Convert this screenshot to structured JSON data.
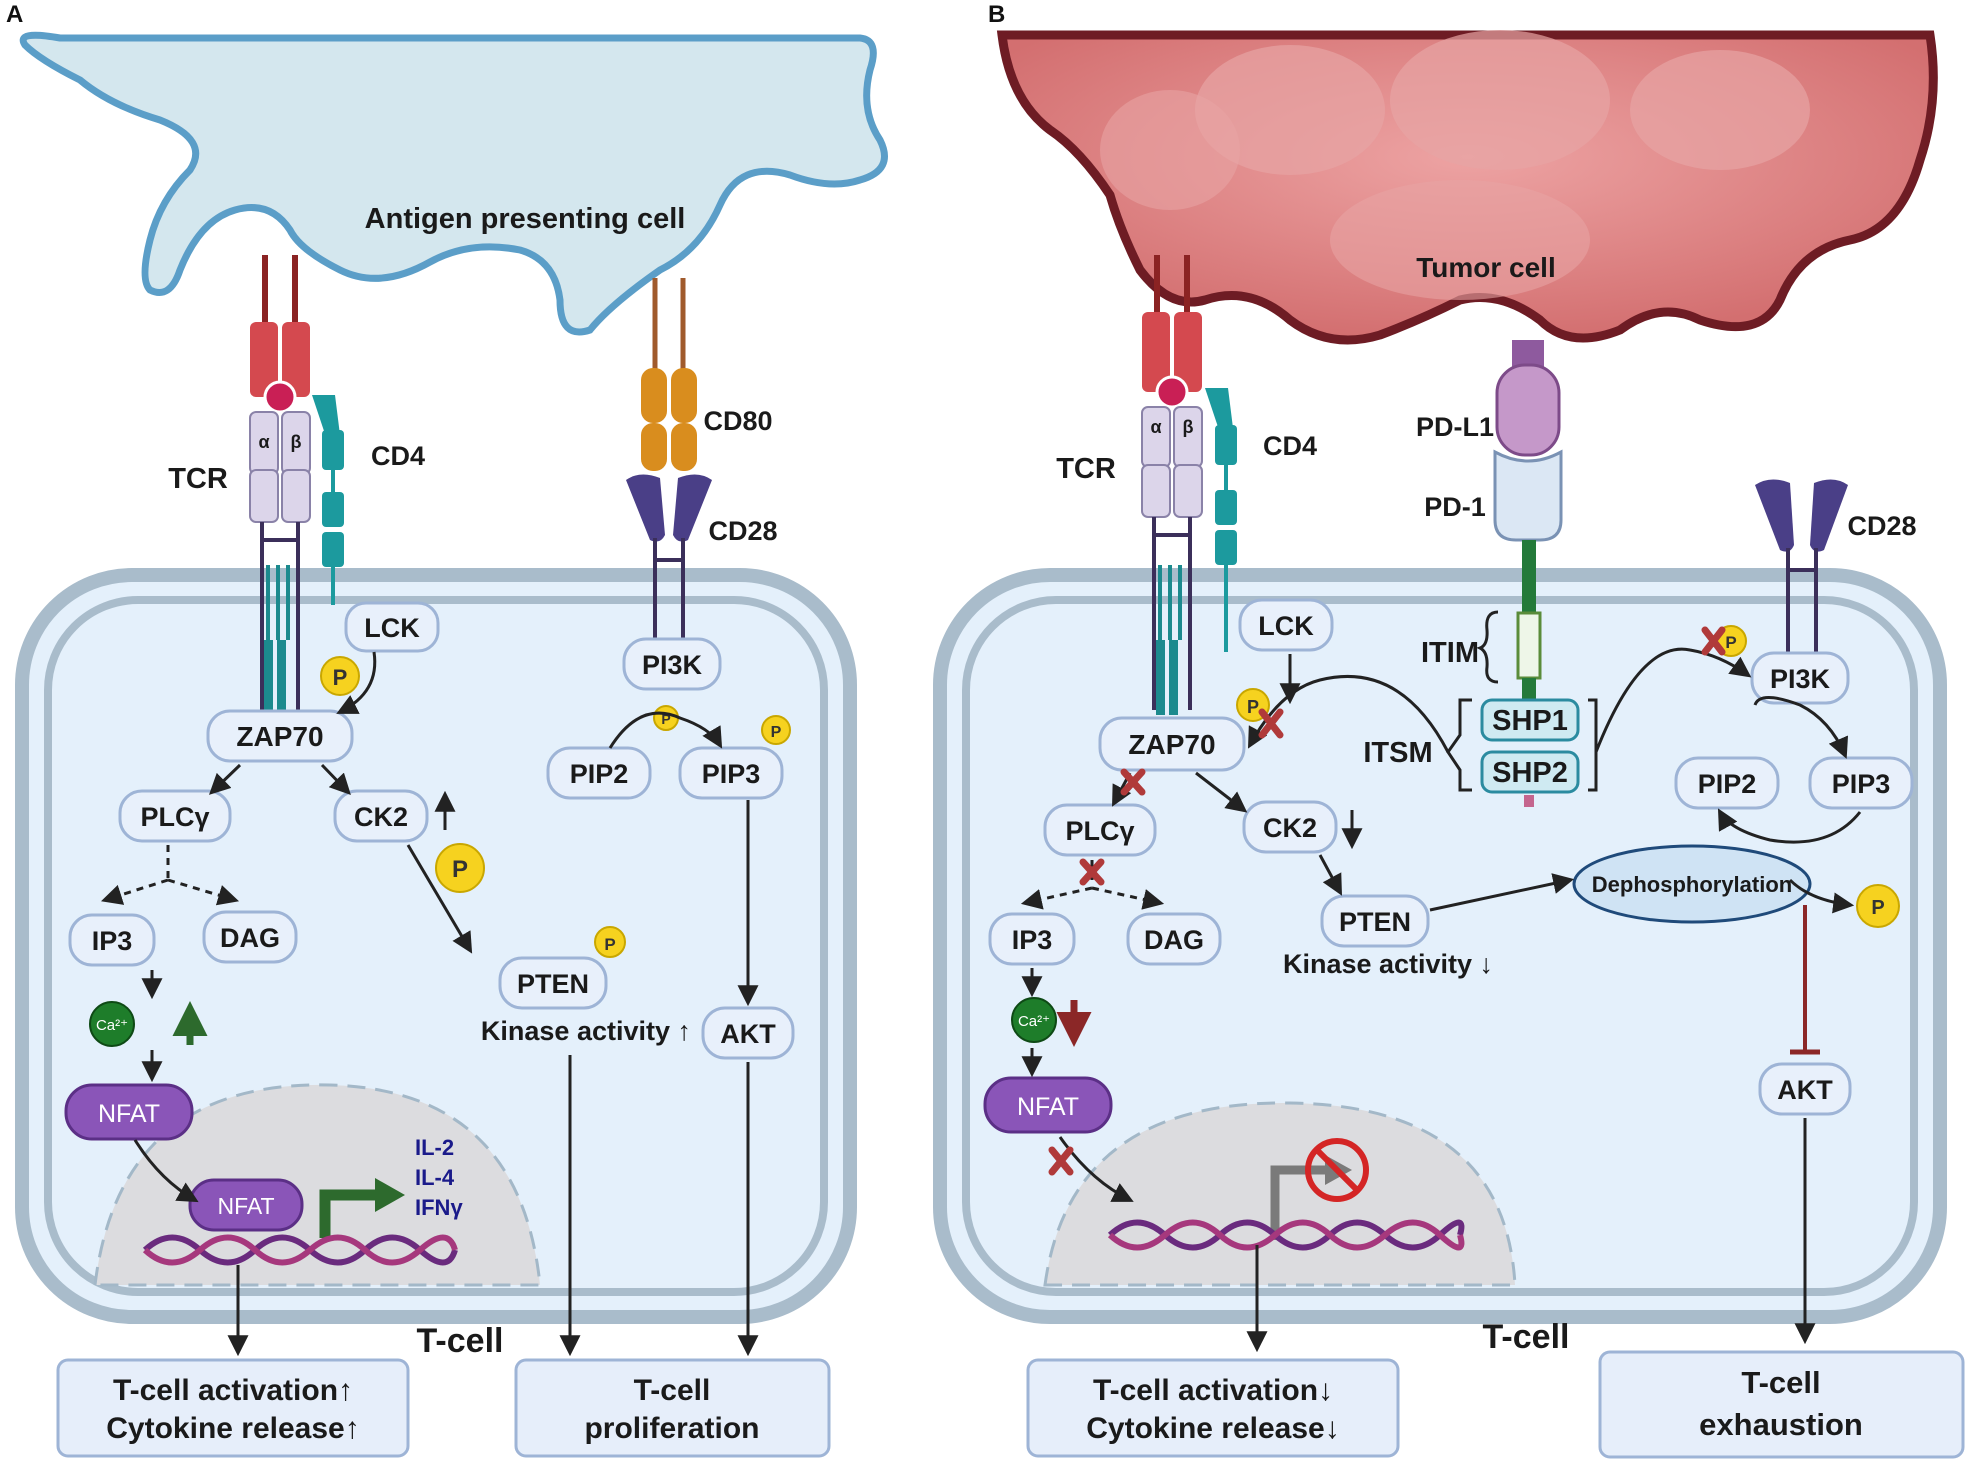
{
  "panels": {
    "a": {
      "letter": "A",
      "apc_label": "Antigen presenting cell",
      "tcell_label": "T-cell",
      "receptors": {
        "tcr": "TCR",
        "alpha": "α",
        "beta": "β",
        "cd4": "CD4",
        "cd80": "CD80",
        "cd28": "CD28"
      },
      "nodes": {
        "lck": "LCK",
        "zap70": "ZAP70",
        "plcg": "PLCγ",
        "ck2": "CK2",
        "ip3": "IP3",
        "dag": "DAG",
        "nfat": "NFAT",
        "nfat_nuc": "NFAT",
        "pi3k": "PI3K",
        "pip2": "PIP2",
        "pip3": "PIP3",
        "pten": "PTEN",
        "akt": "AKT"
      },
      "phospho": "P",
      "ca": "Ca²⁺",
      "cytokines": [
        "IL-2",
        "IL-4",
        "IFNγ"
      ],
      "kinase_activity": "Kinase activity ↑",
      "outputs": {
        "activation_line1": "T-cell activation↑",
        "activation_line2": "Cytokine release↑",
        "prolif_line1": "T-cell",
        "prolif_line2": "proliferation"
      }
    },
    "b": {
      "letter": "B",
      "tumor_label": "Tumor cell",
      "tcell_label": "T-cell",
      "receptors": {
        "tcr": "TCR",
        "alpha": "α",
        "beta": "β",
        "cd4": "CD4",
        "pdl1": "PD-L1",
        "pd1": "PD-1",
        "cd28": "CD28",
        "itim": "ITIM",
        "itsm": "ITSM"
      },
      "nodes": {
        "lck": "LCK",
        "zap70": "ZAP70",
        "plcg": "PLCγ",
        "ck2": "CK2",
        "ip3": "IP3",
        "dag": "DAG",
        "nfat": "NFAT",
        "pi3k": "PI3K",
        "pip2": "PIP2",
        "pip3": "PIP3",
        "pten": "PTEN",
        "akt": "AKT",
        "shp1": "SHP1",
        "shp2": "SHP2",
        "dephos": "Dephosphorylation"
      },
      "phospho": "P",
      "ca": "Ca²⁺",
      "kinase_activity": "Kinase activity ↓",
      "outputs": {
        "activation_line1": "T-cell activation↓",
        "activation_line2": "Cytokine release↓",
        "exhaust_line1": "T-cell",
        "exhaust_line2": "exhaustion"
      }
    }
  },
  "colors": {
    "membrane": "#a9bccb",
    "cytoplasm": "#e4f0fb",
    "apc": "#d4e7ee",
    "apc_edge": "#5b9ec8",
    "tumor": "#d97b7b",
    "tumor_edge": "#6e1c24",
    "pill": "#e8f0fb",
    "nfat": "#8a55b8",
    "phospho": "#f6d21f",
    "ca": "#1e7d2a",
    "inhibit": "#b03a3a",
    "dna_a": "#6a2b7e",
    "dna_b": "#a6387d",
    "up_green": "#2d6a2d"
  }
}
